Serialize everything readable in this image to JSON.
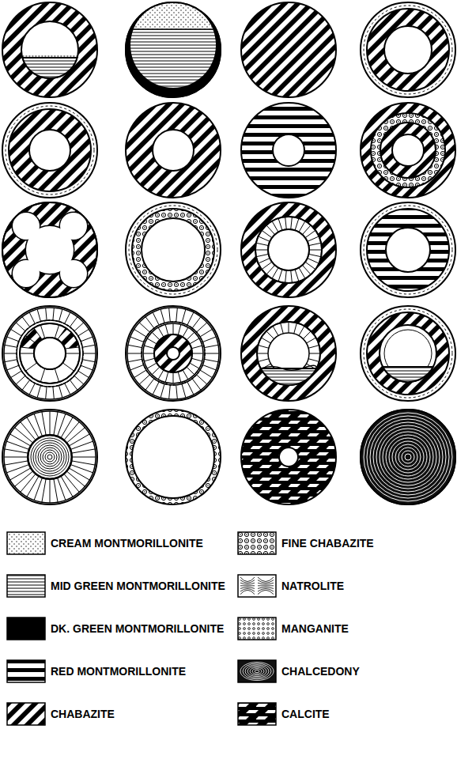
{
  "diagram": {
    "legend": [
      {
        "text": "CREAM MONTMORILLONITE"
      },
      {
        "text": "FINE CHABAZITE"
      },
      {
        "text": "MID GREEN MONTMORILLONITE"
      },
      {
        "text": "NATROLITE"
      },
      {
        "text": "DK. GREEN MONTMORILLONITE"
      },
      {
        "text": "MANGANITE"
      },
      {
        "text": "RED MONTMORILLONITE"
      },
      {
        "text": "CHALCEDONY"
      },
      {
        "text": "CHABAZITE"
      },
      {
        "text": "CALCITE"
      }
    ]
  }
}
